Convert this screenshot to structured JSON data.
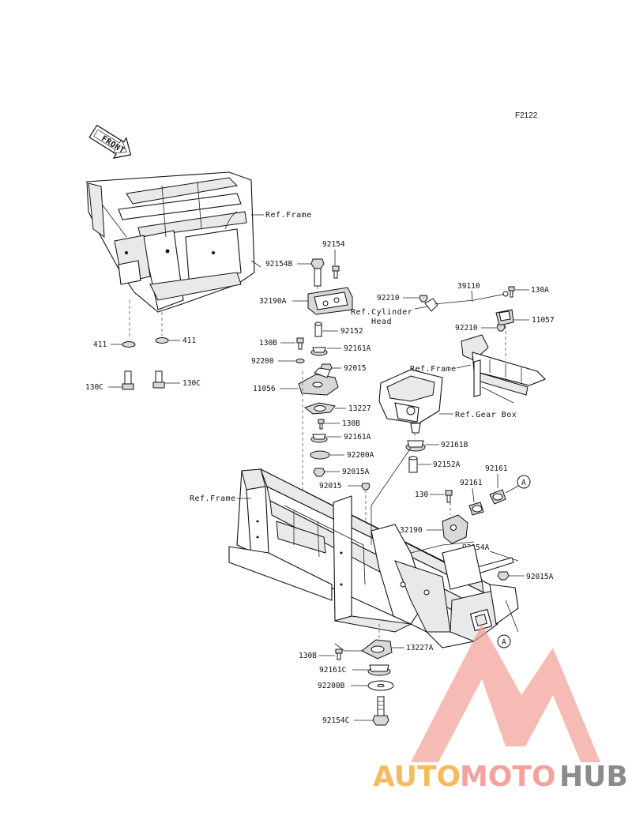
{
  "figure_code": "F2122",
  "front_label": "FRONT",
  "callout_letter": "A",
  "watermark": {
    "part1": "AUTO",
    "part2": "MOTO",
    "part3": "HUB",
    "color_orange": "#f5b041",
    "color_red": "#f1948a",
    "color_dark": "#777777"
  },
  "refs": {
    "frame_top": "Ref.Frame",
    "frame_bottom": "Ref.Frame",
    "frame_right": "Ref.Frame",
    "cylinder_1": "Ref.Cylinder",
    "cylinder_2": "Head",
    "gear_box": "Ref.Gear Box"
  },
  "parts": {
    "p411_l": "411",
    "p411_r": "411",
    "p130C_l": "130C",
    "p130C_r": "130C",
    "p92154": "92154",
    "p92154B": "92154B",
    "p32190A": "32190A",
    "p92152": "92152",
    "p130B_1": "130B",
    "p92161A_1": "92161A",
    "p92200": "92200",
    "p92015_1": "92015",
    "p11056": "11056",
    "p13227": "13227",
    "p130B_2": "130B",
    "p92161A_2": "92161A",
    "p92200A": "92200A",
    "p92015A_1": "92015A",
    "p92015_2": "92015",
    "p92210_1": "92210",
    "p39110": "39110",
    "p130A": "130A",
    "p92210_2": "92210",
    "p11057": "11057",
    "p92161B": "92161B",
    "p92152A": "92152A",
    "p92161_1": "92161",
    "p92161_2": "92161",
    "p130": "130",
    "p32190": "32190",
    "p92154A": "92154A",
    "p92015A_2": "92015A",
    "p130B_3": "130B",
    "p13227A": "13227A",
    "p92161C": "92161C",
    "p92200B": "92200B",
    "p92154C": "92154C"
  }
}
